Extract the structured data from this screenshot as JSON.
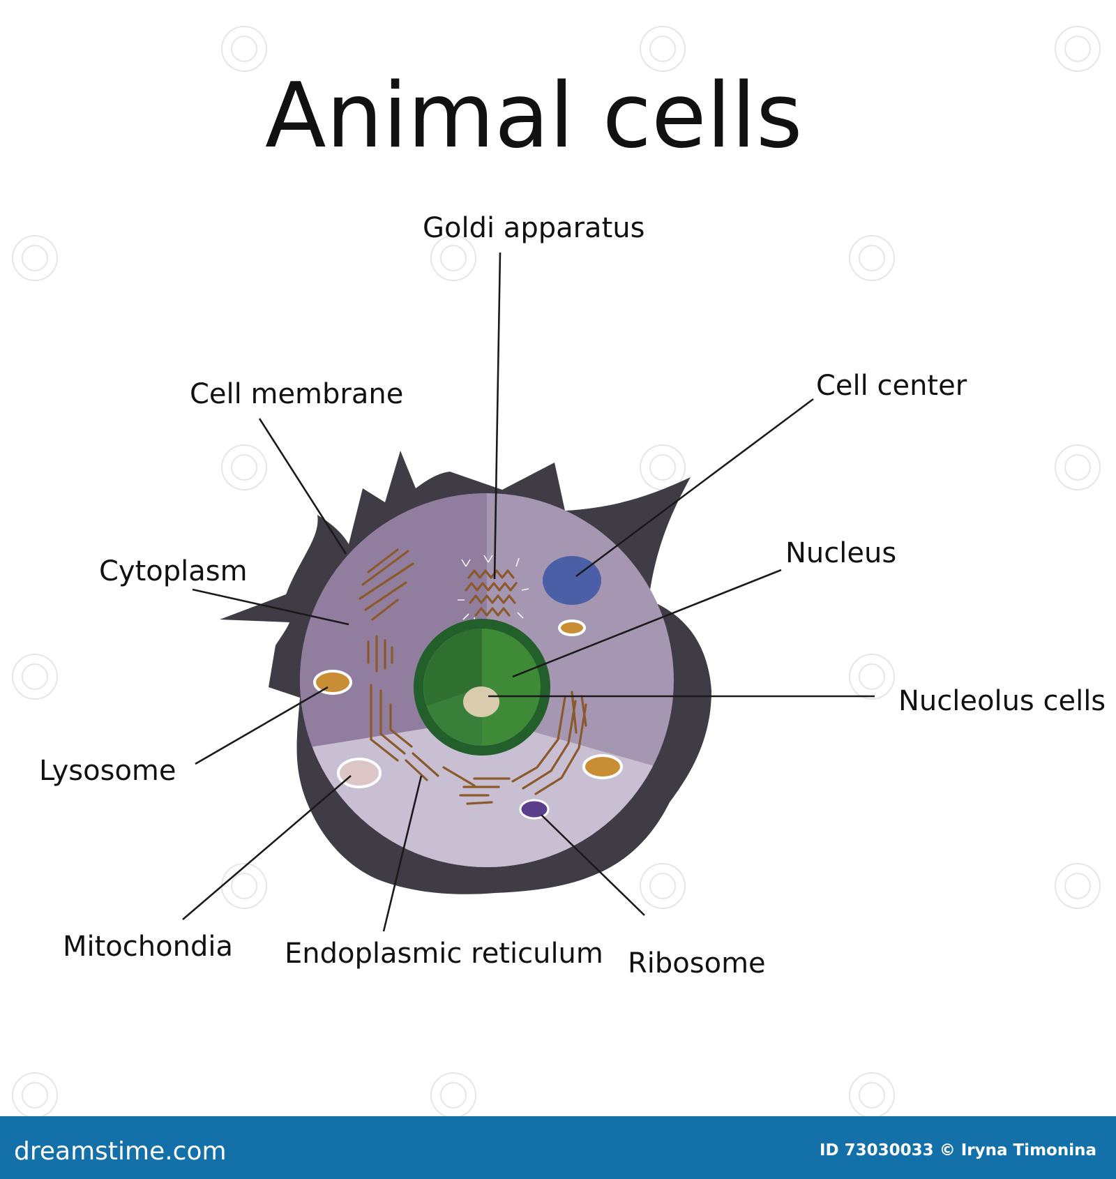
{
  "title": "Animal cells",
  "labels": {
    "goldi_apparatus": "Goldi apparatus",
    "cell_membrane": "Cell membrane",
    "cell_center": "Cell center",
    "cytoplasm": "Cytoplasm",
    "nucleus": "Nucleus",
    "nucleolus_cells": "Nucleolus cells",
    "lysosome": "Lysosome",
    "mitochondia": "Mitochondia",
    "endoplasmic_reticulum": "Endoplasmic reticulum",
    "ribosome": "Ribosome"
  },
  "footer": {
    "brand": "dreamstime.com",
    "credit": "ID 73030033 © Iryna Timonina"
  },
  "colors": {
    "membrane": "#3f3c45",
    "cytoplasm_dark": "#917e9e",
    "cytoplasm_light": "#a596b2",
    "cytoplasm_lower": "#c9bfd3",
    "nucleus_outer": "#235f2b",
    "nucleus_inner": "#3e8a37",
    "nucleolus": "#d8ccac",
    "organelle_brown": "#8a5a2c",
    "lysosome": "#c98d35",
    "cell_center": "#4b5fa6",
    "ribosome": "#5b3e8c",
    "mitochondria": "#dcc5c5",
    "footer_bar": "#1470a8"
  }
}
